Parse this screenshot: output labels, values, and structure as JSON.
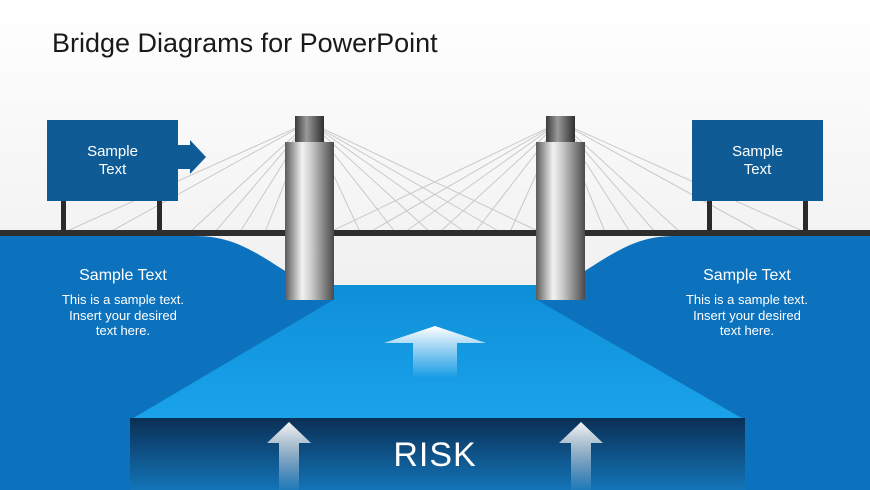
{
  "slide": {
    "title": "Bridge Diagrams for PowerPoint"
  },
  "signs": {
    "left": {
      "line1": "Sample",
      "line2": "Text"
    },
    "right": {
      "line1": "Sample",
      "line2": "Text"
    }
  },
  "banks": {
    "left": {
      "heading": "Sample Text",
      "body": [
        "This is a sample text.",
        "Insert your desired",
        "text here."
      ]
    },
    "right": {
      "heading": "Sample Text",
      "body": [
        "This is a sample text.",
        "Insert your desired",
        "text here."
      ]
    }
  },
  "river": {
    "label": "RISK"
  },
  "colors": {
    "sign_blue": "#0e5b95",
    "bank_blue": "#0d72bd",
    "river_blue": "#1594dd",
    "risk_band_dark": "#0b3560",
    "deck": "#2e2e2e"
  }
}
